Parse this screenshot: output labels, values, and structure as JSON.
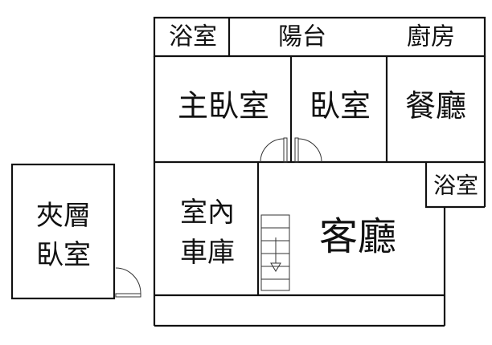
{
  "rooms": {
    "top_bathroom": "浴室",
    "balcony": "陽台",
    "kitchen": "廚房",
    "master_bedroom": "主臥室",
    "bedroom": "臥室",
    "dining_room": "餐廳",
    "right_bathroom": "浴室",
    "garage_line1": "室內",
    "garage_line2": "車庫",
    "living_room": "客廳",
    "mezzanine_line1": "夾層",
    "mezzanine_line2": "臥室"
  },
  "colors": {
    "line": "#111111",
    "background": "#ffffff"
  }
}
